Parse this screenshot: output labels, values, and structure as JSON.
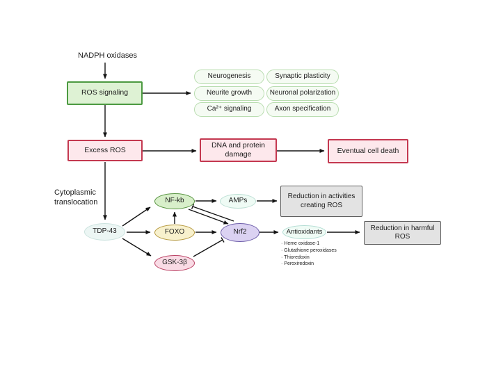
{
  "colors": {
    "signal_green_fill": "#def2d4",
    "signal_green_border": "#4c9a41",
    "pill_fill": "#f5fbf3",
    "pill_border": "#b9ddb0",
    "danger_pink_fill": "#fde8ec",
    "danger_pink_border": "#c43850",
    "gray_fill": "#e3e3e3",
    "gray_border": "#5f5f5f",
    "tdp_fill": "#ecf6f4",
    "nfkb_fill": "#d8efca",
    "foxo_fill": "#f8f1cd",
    "gsk_fill": "#f9dbe5",
    "amps_fill": "#effbf5",
    "nrf2_fill": "#dbd2f2",
    "antioxidants_fill": "#effbf5",
    "arrow_color": "#141414"
  },
  "diagram": {
    "nadph_label": "NADPH oxidases",
    "ros_signaling_label": "ROS signaling",
    "functions": [
      "Neurogenesis",
      "Synaptic plasticity",
      "Neurite growth",
      "Neuronal polarization",
      "Ca²⁺ signaling",
      "Axon specification"
    ],
    "excess_ros_label": "Excess ROS",
    "dna_damage_label": "DNA and protein\ndamage",
    "cell_death_label": "Eventual cell death",
    "cytoplasmic_label": "Cytoplasmic\ntranslocation",
    "tdp43_label": "TDP-43",
    "nfkb_label": "NF-kb",
    "foxo_label": "FOXO",
    "gsk3b_label": "GSK-3β",
    "amps_label": "AMPs",
    "nrf2_label": "Nrf2",
    "antioxidants_label": "Antioxidants",
    "antioxidant_items": [
      "· Heme oxidase-1",
      "· Glutathione peroxidases",
      "· Thioredoxin",
      "· Peroxiredoxin"
    ],
    "reduction_activities_label": "Reduction in activities\ncreating ROS",
    "reduction_harmful_label": "Reduction in harmful\nROS"
  }
}
